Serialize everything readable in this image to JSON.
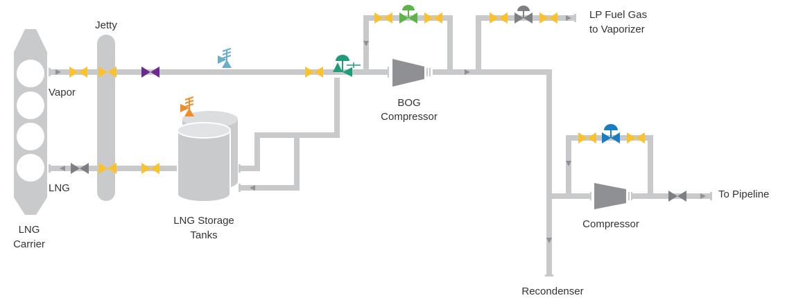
{
  "labels": {
    "jetty": "Jetty",
    "vapor": "Vapor",
    "lng": "LNG",
    "carrier_line1": "LNG",
    "carrier_line2": "Carrier",
    "tanks_line1": "LNG Storage",
    "tanks_line2": "Tanks",
    "bog_line1": "BOG",
    "bog_line2": "Compressor",
    "lp_line1": "LP Fuel Gas",
    "lp_line2": "to Vaporizer",
    "compressor": "Compressor",
    "pipeline": "To Pipeline",
    "recondenser": "Recondenser"
  },
  "colors": {
    "pipe": "#c8c9cb",
    "equipment": "#c9cacc",
    "valve_yellow": "#f9c22e",
    "valve_gray": "#7d7f82",
    "valve_purple": "#6b2a8e",
    "valve_green": "#5cb446",
    "valve_teal": "#1f9c7c",
    "valve_blue": "#1b7cc2",
    "relief_teal": "#6aaecb",
    "relief_orange": "#f08c2a",
    "compressor": "#8e9094"
  },
  "icons": {
    "yellow_valve": "gate-valve-icon",
    "control_valve": "control-valve-icon",
    "relief_valve": "pressure-relief-valve-icon",
    "compressor": "compressor-icon",
    "flow_arrow": "flow-arrow-icon"
  }
}
